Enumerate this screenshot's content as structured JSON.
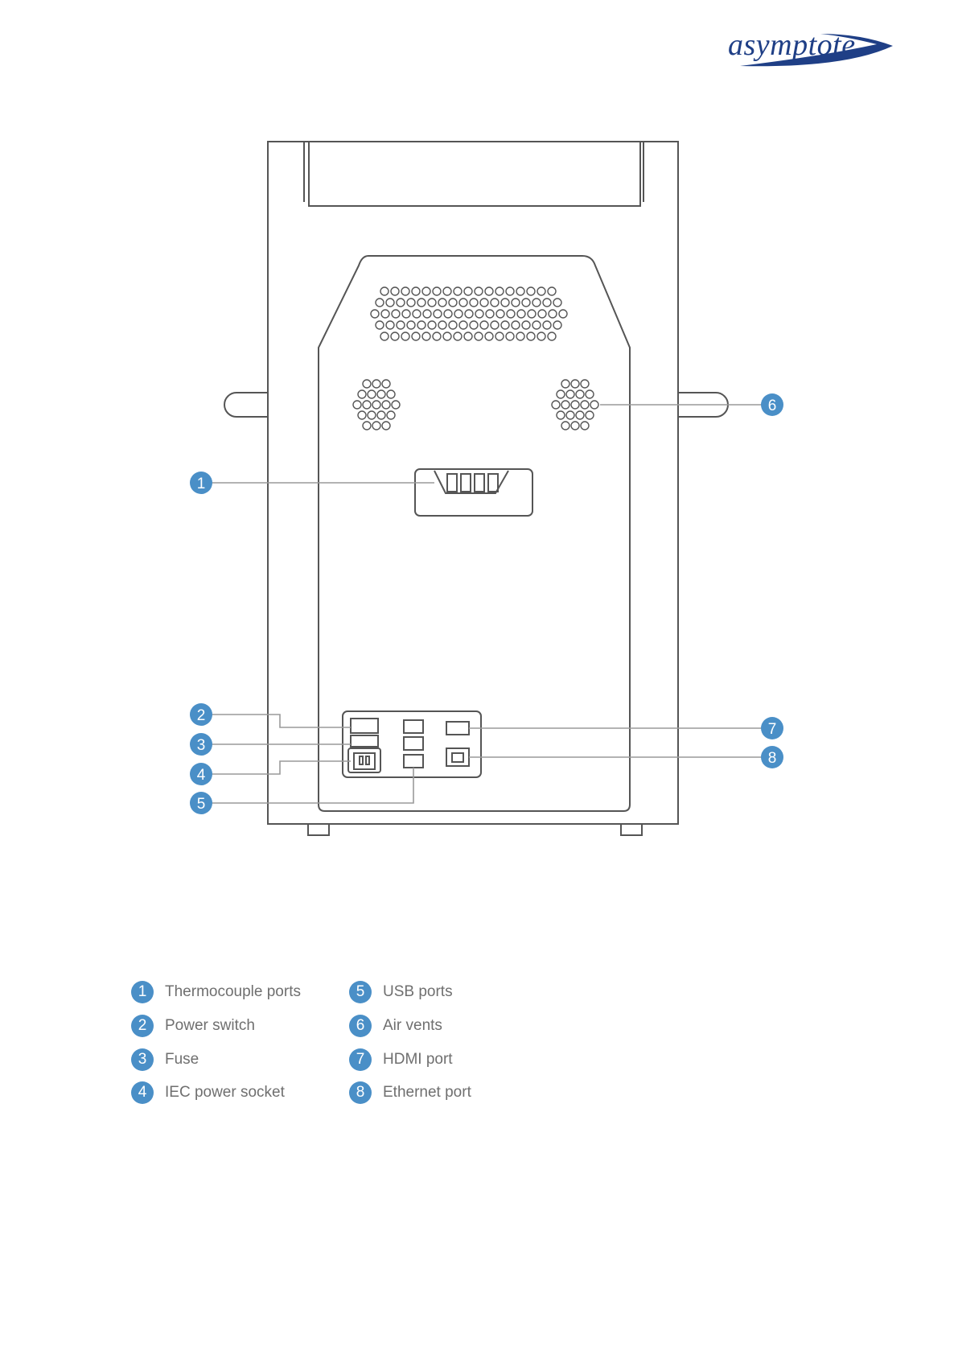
{
  "logo": {
    "text": "asymptote",
    "color": "#1f3f86"
  },
  "colors": {
    "callout": "#4a8fc7",
    "outline": "#555555",
    "leader": "#9a9a9a",
    "legend_text": "#6f6f6f"
  },
  "callouts": [
    "1",
    "2",
    "3",
    "4",
    "5",
    "6",
    "7",
    "8"
  ],
  "legend": [
    {
      "num": "1",
      "label": "Thermocouple ports"
    },
    {
      "num": "2",
      "label": "Power switch"
    },
    {
      "num": "3",
      "label": "Fuse"
    },
    {
      "num": "4",
      "label": "IEC power socket"
    },
    {
      "num": "5",
      "label": "USB ports"
    },
    {
      "num": "6",
      "label": "Air vents"
    },
    {
      "num": "7",
      "label": "HDMI port"
    },
    {
      "num": "8",
      "label": "Ethernet port"
    }
  ]
}
